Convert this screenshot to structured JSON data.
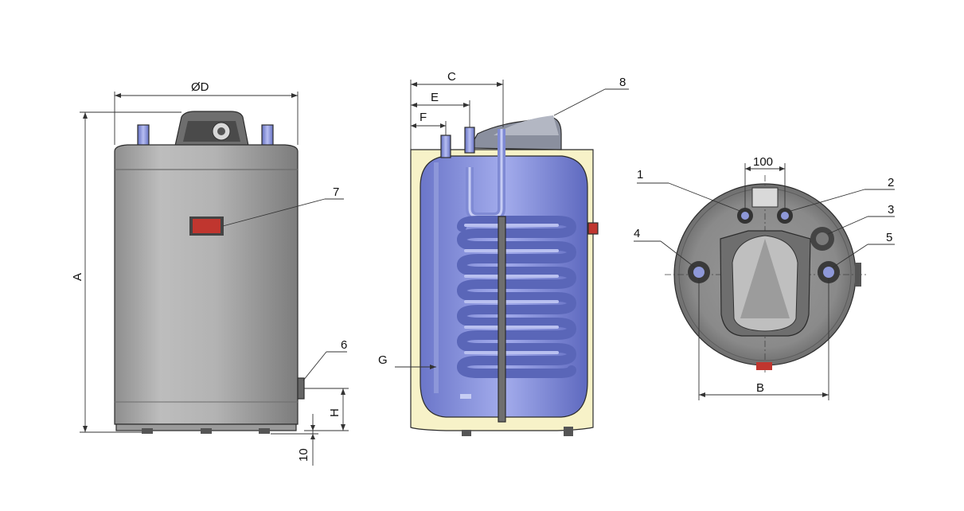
{
  "labels": {
    "diameter": "ØD",
    "height_total": "A",
    "height_conn": "H",
    "base_offset": "10",
    "view_c": "C",
    "view_e": "E",
    "view_f": "F",
    "view_g": "G",
    "top_spacing": "100",
    "top_b": "B",
    "callouts": [
      "1",
      "2",
      "3",
      "4",
      "5",
      "6",
      "7",
      "8"
    ]
  },
  "colors": {
    "shell": "#a8a8a8",
    "tank_blue": "#7b86d6",
    "insulation": "#f7f2c8",
    "display": "#c0362f",
    "pipe": "#8e98d8"
  }
}
